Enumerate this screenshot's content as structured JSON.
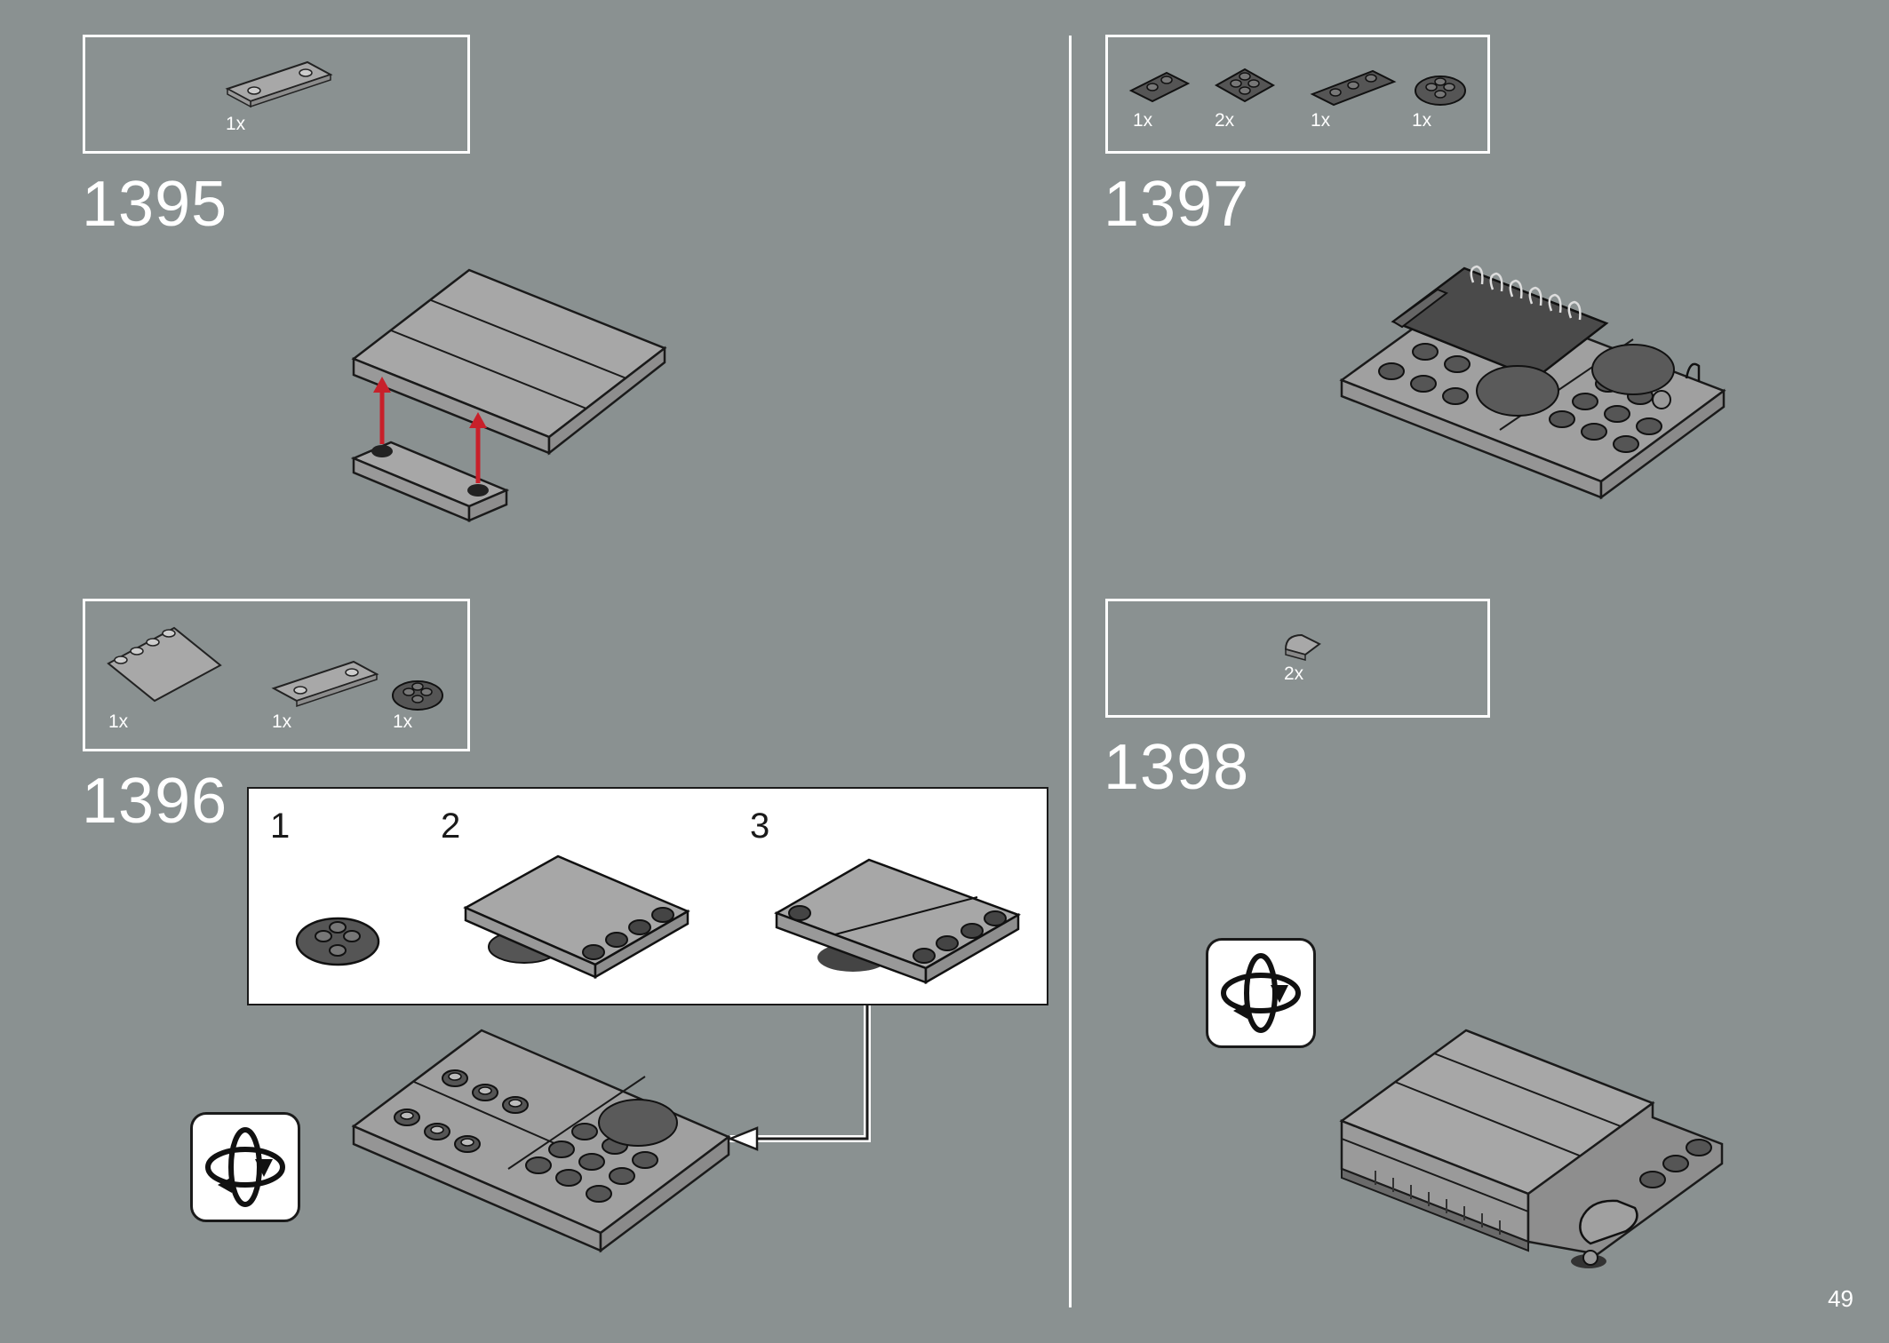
{
  "page_number": "49",
  "steps": {
    "s1395": {
      "number": "1395",
      "parts": [
        {
          "qty": "1x",
          "icon": "plate-1x4-two-studs"
        }
      ]
    },
    "s1396": {
      "number": "1396",
      "parts": [
        {
          "qty": "1x",
          "icon": "tile-4x4-with-studs"
        },
        {
          "qty": "1x",
          "icon": "plate-1x4-two-studs"
        },
        {
          "qty": "1x",
          "icon": "round-plate-2x2-dark"
        }
      ],
      "substeps": [
        "1",
        "2",
        "3"
      ]
    },
    "s1397": {
      "number": "1397",
      "parts": [
        {
          "qty": "1x",
          "icon": "plate-1x2-clip-dark"
        },
        {
          "qty": "2x",
          "icon": "plate-2x2-dark"
        },
        {
          "qty": "1x",
          "icon": "plate-1x3-dark"
        },
        {
          "qty": "1x",
          "icon": "round-plate-2x2-dark"
        }
      ]
    },
    "s1398": {
      "number": "1398",
      "parts": [
        {
          "qty": "2x",
          "icon": "tile-quarter-round"
        }
      ]
    }
  },
  "colors": {
    "background": "#8a9191",
    "arrow_red": "#c8202a",
    "part_light": "#a5a5a5",
    "part_dark": "#555555"
  },
  "icons": [
    "rotate-model-icon"
  ]
}
